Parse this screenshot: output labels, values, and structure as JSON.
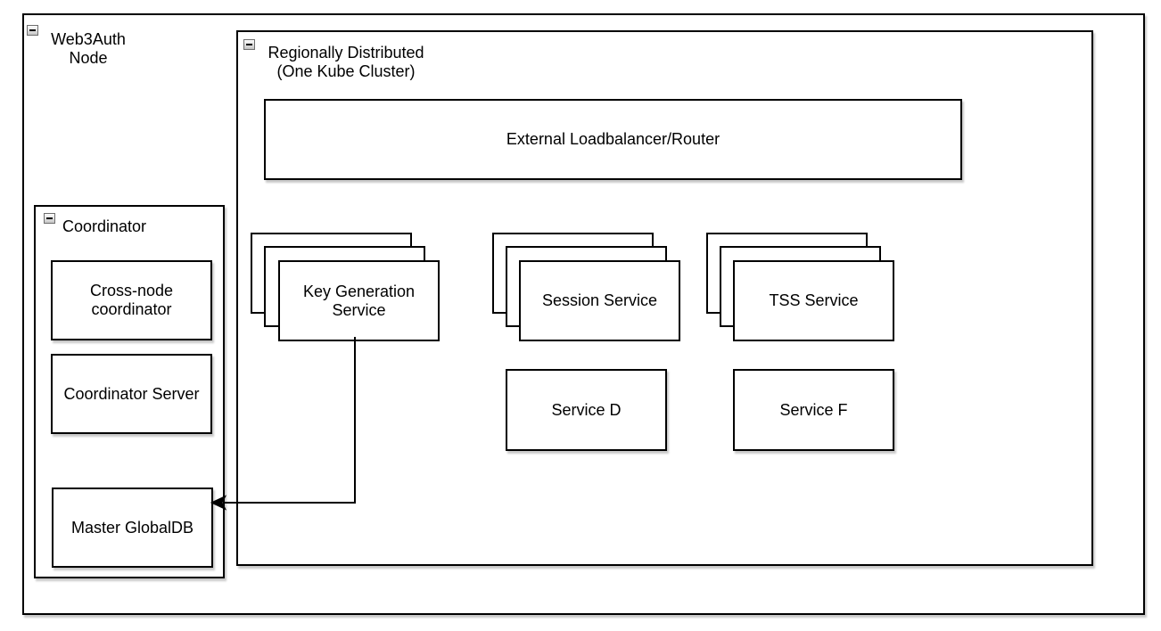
{
  "canvas": {
    "background": "#ffffff",
    "stroke": "#000000"
  },
  "icons": {
    "collapse_minus": "−"
  },
  "containers": {
    "web3auth_node": {
      "label": "Web3Auth Node",
      "collapsed": false
    },
    "regionally_distributed": {
      "label": "Regionally Distributed (One Kube Cluster)",
      "collapsed": false
    },
    "coordinator": {
      "label": "Coordinator",
      "collapsed": false
    }
  },
  "nodes": {
    "external_loadbalancer": {
      "label": "External Loadbalancer/Router"
    },
    "key_generation_service": {
      "label": "Key Generation Service",
      "stacked_layers": 3
    },
    "session_service": {
      "label": "Session Service",
      "stacked_layers": 3
    },
    "tss_service": {
      "label": "TSS Service",
      "stacked_layers": 3
    },
    "service_d": {
      "label": "Service D"
    },
    "service_f": {
      "label": "Service F"
    },
    "cross_node_coordinator": {
      "label": "Cross-node coordinator"
    },
    "coordinator_server": {
      "label": "Coordinator Server"
    },
    "master_globaldb": {
      "label": "Master GlobalDB"
    }
  },
  "edges": [
    {
      "from": "Key Generation Service",
      "to": "Master GlobalDB",
      "style": "orthogonal-arrow"
    }
  ]
}
